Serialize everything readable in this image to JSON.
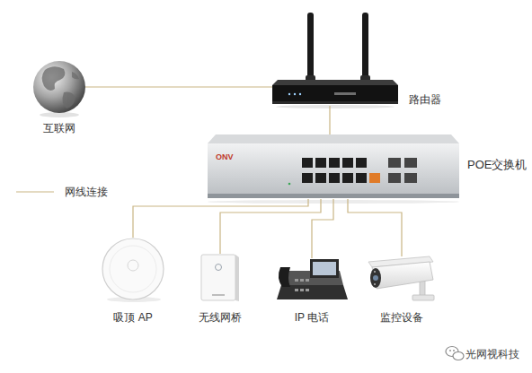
{
  "diagram": {
    "nodes": [
      {
        "text": [
          "互联网"
        ]
      },
      {
        "text": [
          "路由器"
        ]
      },
      {
        "text": [
          "POE交换机"
        ]
      },
      {
        "text": [
          "吸顶 AP"
        ]
      },
      {
        "text": [
          "无线网桥"
        ]
      },
      {
        "text": [
          "IP 电话"
        ]
      },
      {
        "text": [
          "监控设备"
        ]
      }
    ],
    "edges": [
      {
        "from": 0,
        "to": 1,
        "arrow": "none"
      },
      {
        "from": 1,
        "to": 2,
        "arrow": "none"
      },
      {
        "from": 2,
        "to": 3,
        "arrow": "none"
      },
      {
        "from": 2,
        "to": 4,
        "arrow": "none"
      },
      {
        "from": 2,
        "to": 5,
        "arrow": "none"
      },
      {
        "from": 2,
        "to": 6,
        "arrow": "none"
      }
    ],
    "labels": [
      "ONV",
      "光网视科技"
    ],
    "legend": [
      {
        "text": "网线连接"
      }
    ]
  }
}
